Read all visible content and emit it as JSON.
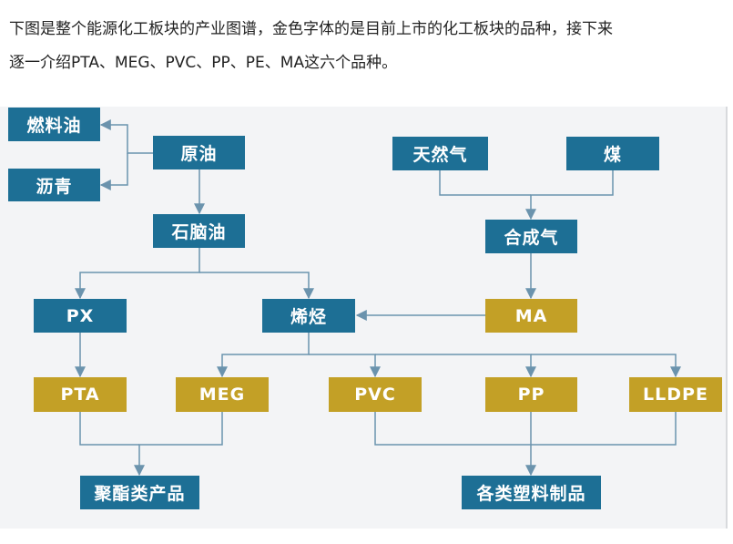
{
  "intro": {
    "line1": "下图是整个能源化工板块的产业图谱，金色字体的是目前上市的化工板块的品种，接下来",
    "line2": "逐一介绍PTA、MEG、PVC、PP、PE、MA这六个品种。"
  },
  "colors": {
    "blue": "#1d6f95",
    "gold": "#c3a026",
    "line": "#6b93ad",
    "background": "#f3f4f6"
  },
  "diagram": {
    "nodes": {
      "fuel_oil": "燃料油",
      "asphalt": "沥青",
      "crude_oil": "原油",
      "naphtha": "石脑油",
      "natural_gas": "天然气",
      "coal": "煤",
      "syngas": "合成气",
      "px": "PX",
      "olefin": "烯烃",
      "ma": "MA",
      "pta": "PTA",
      "meg": "MEG",
      "pvc": "PVC",
      "pp": "PP",
      "lldpe": "LLDPE",
      "polyester": "聚酯类产品",
      "plastics": "各类塑料制品"
    },
    "edges": [
      [
        "crude_oil",
        "fuel_oil"
      ],
      [
        "crude_oil",
        "asphalt"
      ],
      [
        "crude_oil",
        "naphtha"
      ],
      [
        "naphtha",
        "px"
      ],
      [
        "naphtha",
        "olefin"
      ],
      [
        "natural_gas",
        "syngas"
      ],
      [
        "coal",
        "syngas"
      ],
      [
        "syngas",
        "ma"
      ],
      [
        "ma",
        "olefin"
      ],
      [
        "px",
        "pta"
      ],
      [
        "olefin",
        "meg"
      ],
      [
        "olefin",
        "pvc"
      ],
      [
        "olefin",
        "pp"
      ],
      [
        "olefin",
        "lldpe"
      ],
      [
        "pta",
        "polyester"
      ],
      [
        "meg",
        "polyester"
      ],
      [
        "pvc",
        "plastics"
      ],
      [
        "pp",
        "plastics"
      ],
      [
        "lldpe",
        "plastics"
      ]
    ]
  }
}
